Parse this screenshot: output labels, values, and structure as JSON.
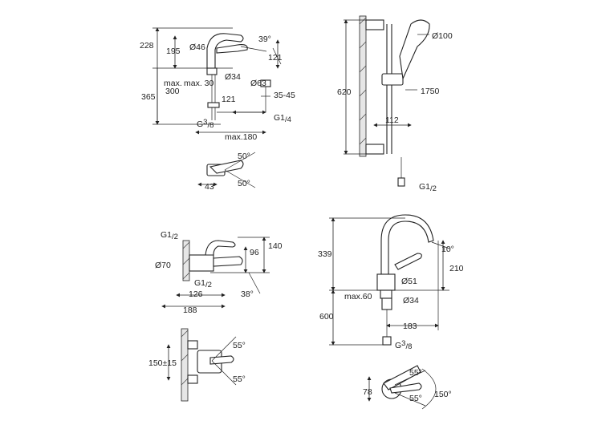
{
  "colors": {
    "line": "#222222",
    "wall": "#e6e6e6",
    "background": "#ffffff"
  },
  "basin_mixer": {
    "d228": "228",
    "d195": "195",
    "d46": "Ø46",
    "a39": "39°",
    "d121a": "121",
    "max30_label": "max.",
    "max30": "max. 30",
    "d34": "Ø34",
    "d63": "Ø63",
    "max300_top": "max.",
    "max300_val": "300",
    "d365": "365",
    "d121b": "121",
    "d3545": "35-45",
    "g114": "G1",
    "g114_sup": "1",
    "g114_sub": "/4",
    "g38": "G",
    "g38_sup": "3",
    "g38_sub": "/8",
    "max180": "max.180"
  },
  "basin_top": {
    "a50a": "50°",
    "d43": "43",
    "a50b": "50°"
  },
  "shower": {
    "d100": "Ø100",
    "d620": "620",
    "d1750": "1750",
    "d112": "112",
    "g12": "G1",
    "g12_sub": "/2"
  },
  "bath_mixer": {
    "g12": "G1",
    "g12_sub": "/2",
    "d140": "140",
    "d96": "96",
    "d70": "Ø70",
    "g12b": "G1",
    "g12b_sub": "/2",
    "d126": "126",
    "a38": "38°",
    "d188": "188"
  },
  "bath_top": {
    "d150": "150±15",
    "a55a": "55°",
    "a55b": "55°"
  },
  "sink_mixer": {
    "d339": "339",
    "a10": "10°",
    "d210": "210",
    "d51": "Ø51",
    "max60": "max.60",
    "d34": "Ø34",
    "d600": "600",
    "d183": "183",
    "g38": "G",
    "g38_sup": "3",
    "g38_sub": "/8"
  },
  "sink_top": {
    "d78": "78",
    "a55a": "55°",
    "a55b": "55°",
    "a150": "150°"
  }
}
